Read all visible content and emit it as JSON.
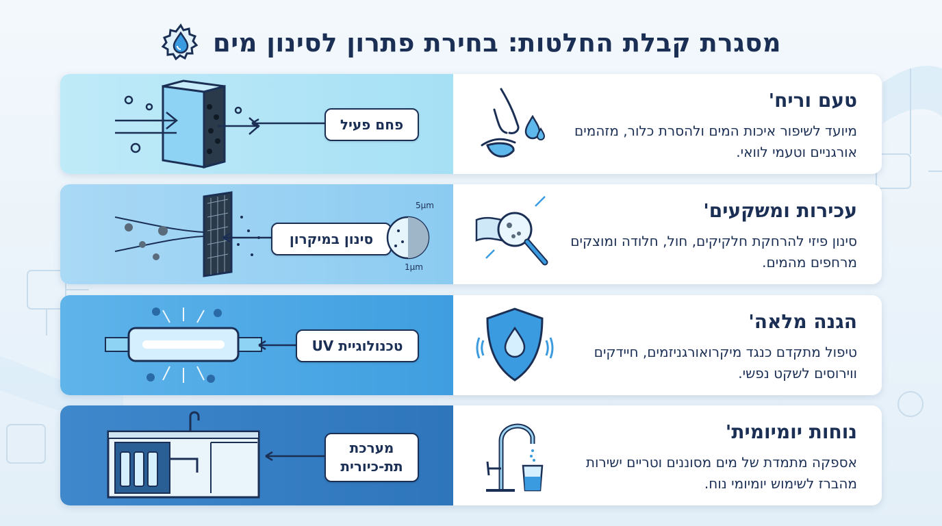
{
  "title": "מסגרת קבלת החלטות: בחירת פתרון לסינון מים",
  "rows": [
    {
      "title": "טעם וריח'",
      "description": "מיועד לשיפור איכות המים ולהסרת כלור, מזהמים אורגניים וטעמי לוואי.",
      "solution": "פחם פעיל",
      "icon": "nose-tongue-icon",
      "illustration": "carbon-filter-block"
    },
    {
      "title": "עכירות ומשקעים'",
      "description": "סינון פיזי להרחקת חלקיקים, חול, חלודה ומוצקים מרחפים מהמים.",
      "solution": "סינון במיקרון",
      "micron_labels": [
        "5μm",
        "1μm"
      ],
      "icon": "magnifier-particles-icon",
      "illustration": "mesh-filter"
    },
    {
      "title": "הגנה מלאה'",
      "description": "טיפול מתקדם כנגד מיקרואורגניזמים, חיידקים ווירוסים לשקט נפשי.",
      "solution": "טכנולוגיית UV",
      "icon": "shield-drop-icon",
      "illustration": "uv-lamp"
    },
    {
      "title": "נוחות יומיומית'",
      "description": "אספקה מתמדת של מים מסוננים וטריים ישירות מהברז לשימוש יומיומי נוח.",
      "solution": "מערכת\nתת-כיורית",
      "icon": "faucet-glass-icon",
      "illustration": "under-sink-system"
    }
  ],
  "colors": {
    "navy": "#1b2f55",
    "row1": "#a6e0f5",
    "row2": "#8ccbf1",
    "row3": "#3f9ee0",
    "row4": "#2e75bc"
  }
}
